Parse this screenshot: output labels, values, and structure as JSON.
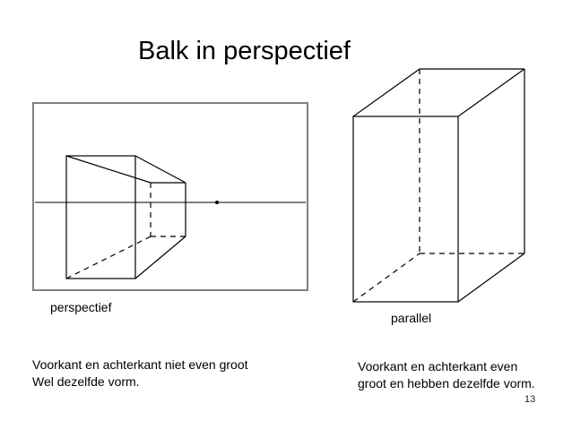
{
  "slide": {
    "title": "Balk in perspectief",
    "left_figure": {
      "label": "perspectief",
      "caption_lines": [
        "Voorkant en achterkant niet even groot",
        "Wel dezelfde vorm."
      ]
    },
    "right_figure": {
      "label": "parallel",
      "caption_lines": [
        "Voorkant en achterkant even",
        "groot en hebben dezelfde vorm."
      ]
    },
    "page_number": "13"
  },
  "colors": {
    "background": "#ffffff",
    "lines": "#000000",
    "frame": "#808080"
  }
}
